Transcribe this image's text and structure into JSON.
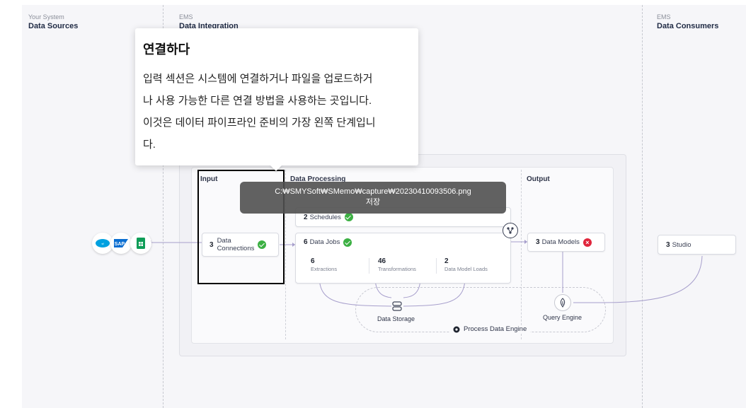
{
  "columns": {
    "sources": {
      "small": "Your System",
      "title": "Data Sources"
    },
    "integration": {
      "small": "EMS",
      "title": "Data Integration"
    },
    "consumers": {
      "small": "EMS",
      "title": "Data Consumers"
    }
  },
  "sections": {
    "input": "Input",
    "processing": "Data Processing",
    "output": "Output"
  },
  "input_node": {
    "count": "3",
    "label_line1": "Data",
    "label_line2": "Connections",
    "status": "ok"
  },
  "schedules_node": {
    "count": "2",
    "label": "Schedules",
    "status": "ok"
  },
  "jobs_node": {
    "count": "6",
    "label": "Data Jobs",
    "status": "ok",
    "stats": [
      {
        "value": "6",
        "label": "Extractions"
      },
      {
        "value": "46",
        "label": "Transformations"
      },
      {
        "value": "2",
        "label": "Data Model Loads"
      }
    ]
  },
  "output_node": {
    "count": "3",
    "label": "Data Models",
    "status": "error"
  },
  "studio_node": {
    "count": "3",
    "label": "Studio"
  },
  "data_storage_label": "Data Storage",
  "query_engine_label": "Query Engine",
  "process_engine_label": "Process Data Engine",
  "source_icons": [
    "salesforce-icon",
    "sap-icon",
    "google-sheets-icon"
  ],
  "colors": {
    "accent": "#7a6fb0",
    "ok": "#3cb043",
    "error": "#e0263c",
    "salesforce": "#00a1e0",
    "sap": "#0a6ed1",
    "sheets": "#0f9d58"
  },
  "tooltip": {
    "title": "연결하다",
    "body_lines": [
      "입력 섹션은 시스템에 연결하거나 파일을 업로드하거",
      "나 사용 가능한 다른 연결 방법을 사용하는 곳입니다.",
      "이것은 데이터 파이프라인 준비의 가장 왼쪽 단계입니",
      "다."
    ]
  },
  "toast": {
    "line1": "C:₩SMYSoft₩SMemo₩capture₩20230410093506.png",
    "line2": "저장"
  }
}
